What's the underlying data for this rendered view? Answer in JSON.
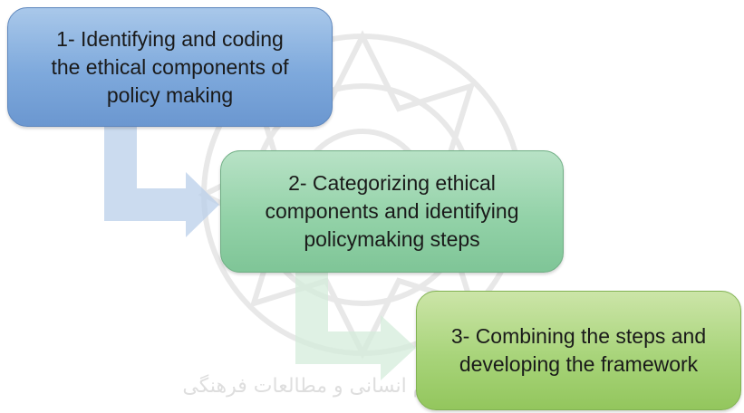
{
  "steps": [
    {
      "lines": [
        "1- Identifying and coding",
        "the ethical components of",
        "policy making"
      ],
      "color": "#7ea9dc"
    },
    {
      "lines": [
        "2- Categorizing ethical",
        "components and identifying",
        "policymaking steps"
      ],
      "color": "#93d2a8"
    },
    {
      "lines": [
        "3- Combining the steps and",
        "developing the framework"
      ],
      "color": "#a8d47a"
    }
  ],
  "connectors": [
    {
      "from": 1,
      "to": 2,
      "color": "#b8cfea"
    },
    {
      "from": 2,
      "to": 3,
      "color": "#d3ebd9"
    }
  ],
  "watermark": {
    "text": "پژوهشگاه علوم انسانی و مطالعات فرهنگی",
    "icon": "star-rosette-logo"
  }
}
